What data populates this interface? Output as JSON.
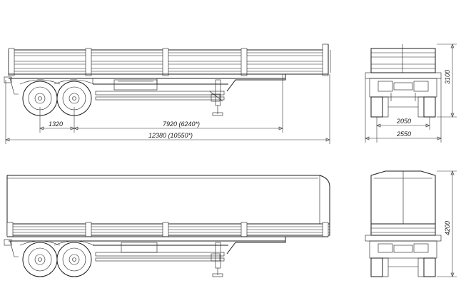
{
  "drawing": {
    "background": "#ffffff",
    "line_color": "#1c1c1c",
    "views": [
      "side-view-flatbed",
      "rear-view-flatbed",
      "side-view-tarp",
      "rear-view-tarp"
    ]
  },
  "dimensions": {
    "axle_spacing": "1320",
    "kingpin_to_axle": "7920 (6240*)",
    "overall_length": "12380 (10550*)",
    "track_width": "2050",
    "overall_width": "2550",
    "flatbed_height": "3100",
    "tarp_height": "4200"
  }
}
